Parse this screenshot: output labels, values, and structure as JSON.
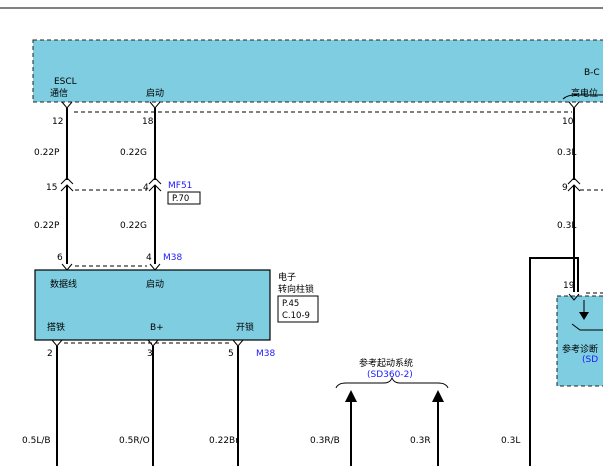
{
  "module_top": {
    "pin_left_label_1": "ESCL",
    "pin_left_label_2": "通信",
    "pin_mid_label": "启动",
    "pin_right_label_1": "B-C",
    "pin_right_label_2": "高电位"
  },
  "wires": {
    "w1": {
      "pin_a": "12",
      "color_a": "0.22P",
      "pin_b": "15",
      "color_b": "0.22P",
      "pin_c": "6"
    },
    "w2": {
      "pin_a": "18",
      "color_a": "0.22G",
      "pin_b": "4",
      "color_b": "0.22G",
      "pin_c": "4"
    },
    "w3": {
      "pin_a": "10",
      "color_a": "0.3L",
      "pin_b": "9",
      "color_b": "0.3L",
      "pin_c": "19"
    }
  },
  "connector_mf51": {
    "name": "MF51",
    "ref": "P.70"
  },
  "connector_m38": {
    "name": "M38"
  },
  "escl_module": {
    "label_top_left": "数据线",
    "label_top_mid": "启动",
    "label_bottom_left": "搭铁",
    "label_bottom_mid": "B+",
    "label_bottom_right": "开锁",
    "title_1": "电子",
    "title_2": "转向柱锁",
    "ref_1": "P.45",
    "ref_2": "C.10-9",
    "pin_left": "2",
    "pin_mid": "3",
    "pin_right": "5",
    "connector": "M38"
  },
  "start_system_ref": {
    "label": "参考起动系统",
    "ref": "(SD360-2)"
  },
  "diag_ref": {
    "label": "参考诊断",
    "ref": "(SD"
  },
  "bottom_wire_colors": [
    "0.5L/B",
    "0.5R/O",
    "0.22Br",
    "0.3R/B",
    "0.3R",
    "0.3L"
  ]
}
